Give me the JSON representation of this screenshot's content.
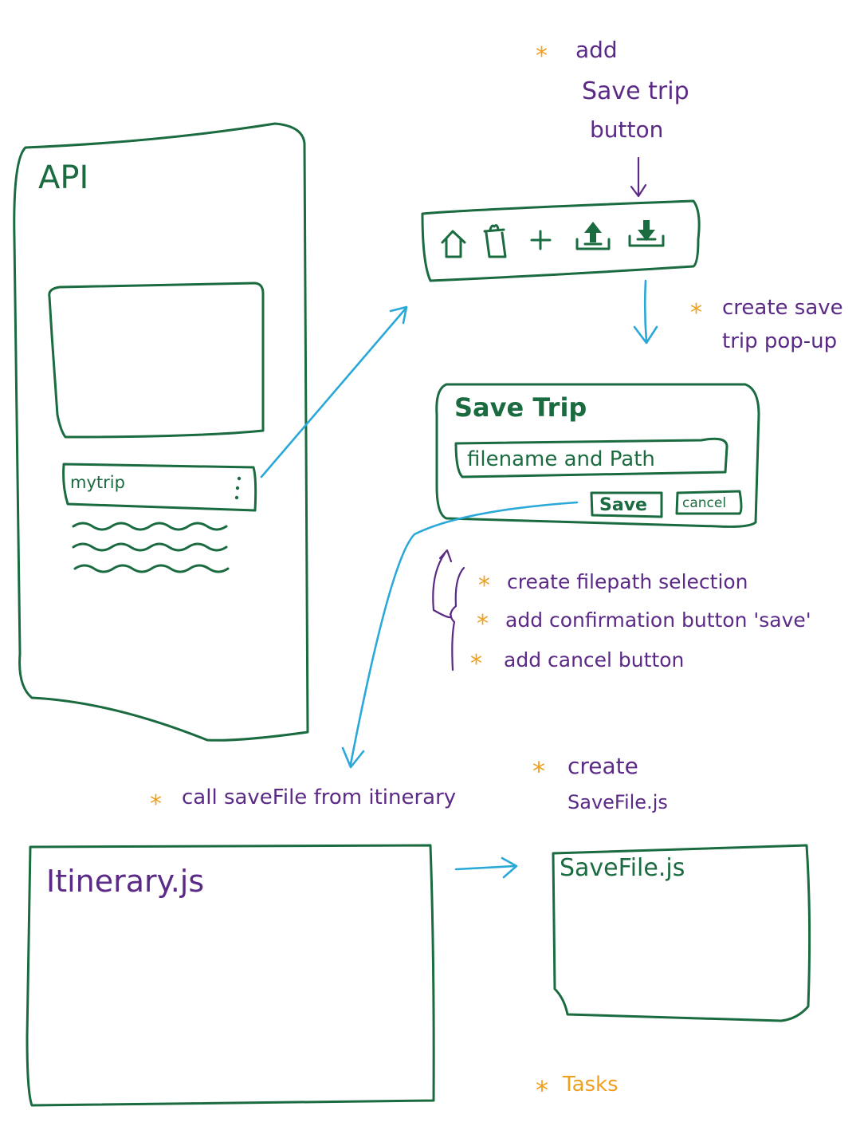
{
  "api_panel": {
    "title": "API",
    "list_item_label": "mytrip"
  },
  "toolbar": {
    "icons": [
      "home-icon",
      "trash-icon",
      "plus-icon",
      "upload-icon",
      "download-icon"
    ]
  },
  "save_dialog": {
    "title": "Save Trip",
    "input_placeholder": "filename and Path",
    "save_label": "Save",
    "cancel_label": "cancel"
  },
  "notes": {
    "add_save_button": [
      "add",
      "Save trip",
      "button"
    ],
    "create_popup": [
      "create save",
      "trip pop-up"
    ],
    "tasks": [
      "create filepath selection",
      "add confirmation button 'save'",
      "add cancel button"
    ],
    "call_savefile": "call saveFile from itinerary",
    "create_savefile": [
      "create",
      "SaveFile.js"
    ],
    "legend": "Tasks"
  },
  "itinerary_box": {
    "title": "Itinerary.js"
  },
  "savefile_box": {
    "title": "SaveFile.js"
  },
  "colors": {
    "green": "#1a6b3f",
    "purple": "#5b2a86",
    "blue": "#2aa8d8",
    "orange": "#f0a020"
  }
}
